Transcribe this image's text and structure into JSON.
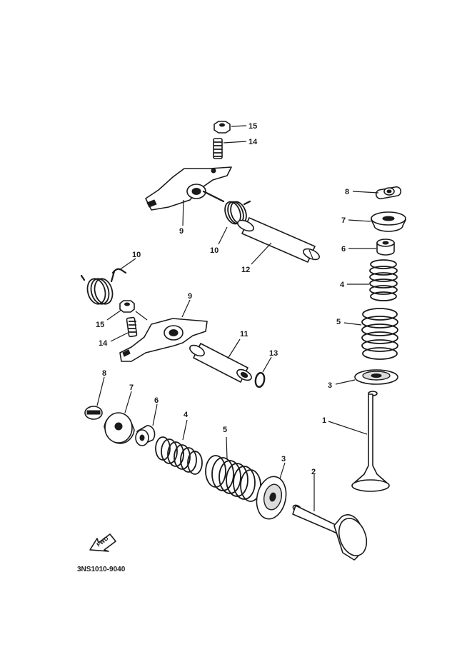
{
  "diagram_code": "3NS1010-9040",
  "forward_arrow": {
    "label": "FWD"
  },
  "callouts": {
    "upper_nut": "15",
    "upper_adjuster": "14",
    "upper_rocker_arm": "9",
    "upper_spring": "10",
    "upper_shaft": "12",
    "right_cotter": "8",
    "right_retainer": "7",
    "right_seal": "6",
    "right_inner_spring": "4",
    "right_outer_spring": "5",
    "right_seat": "3",
    "intake_valve": "1",
    "lower_spring": "10",
    "lower_rocker_arm": "9",
    "lower_nut": "15",
    "lower_adjuster": "14",
    "lower_shaft": "11",
    "o_ring": "13",
    "lower_cotter": "8",
    "lower_retainer": "7",
    "lower_seal": "6",
    "lower_inner_spring": "4",
    "lower_outer_spring": "5",
    "lower_seat": "3",
    "exhaust_valve": "2"
  },
  "colors": {
    "ink": "#1a1a1a",
    "paper": "#ffffff",
    "shade": "#dcdcdc"
  }
}
